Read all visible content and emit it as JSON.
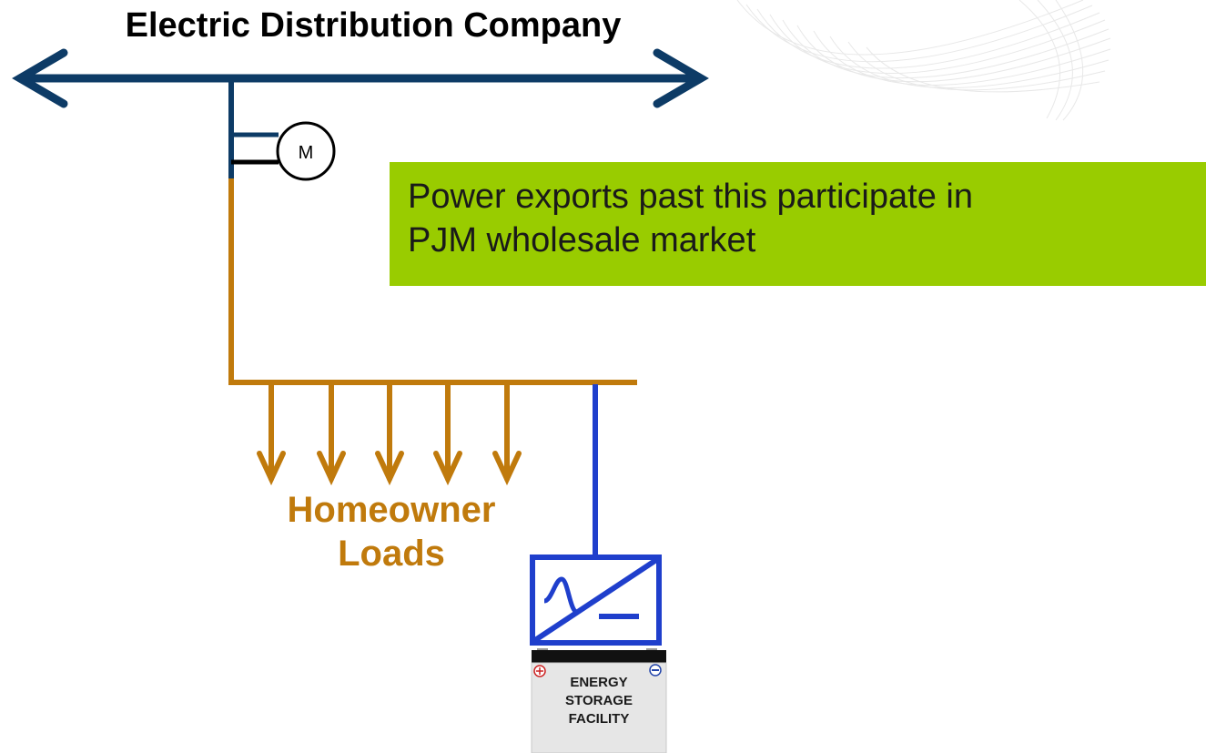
{
  "title": "Electric Distribution Company",
  "meter": {
    "label": "M"
  },
  "callout": {
    "line1": "Power exports past this participate in",
    "line2": "PJM wholesale market"
  },
  "loads": {
    "line1": "Homeowner",
    "line2": "Loads"
  },
  "storage": {
    "line1": "ENERGY",
    "line2": "STORAGE",
    "line3": "FACILITY"
  },
  "colors": {
    "grid_line": "#0d3b66",
    "feeder": "#c07a0c",
    "storage_line": "#1f3fcc",
    "callout_bg": "#99cc00"
  }
}
